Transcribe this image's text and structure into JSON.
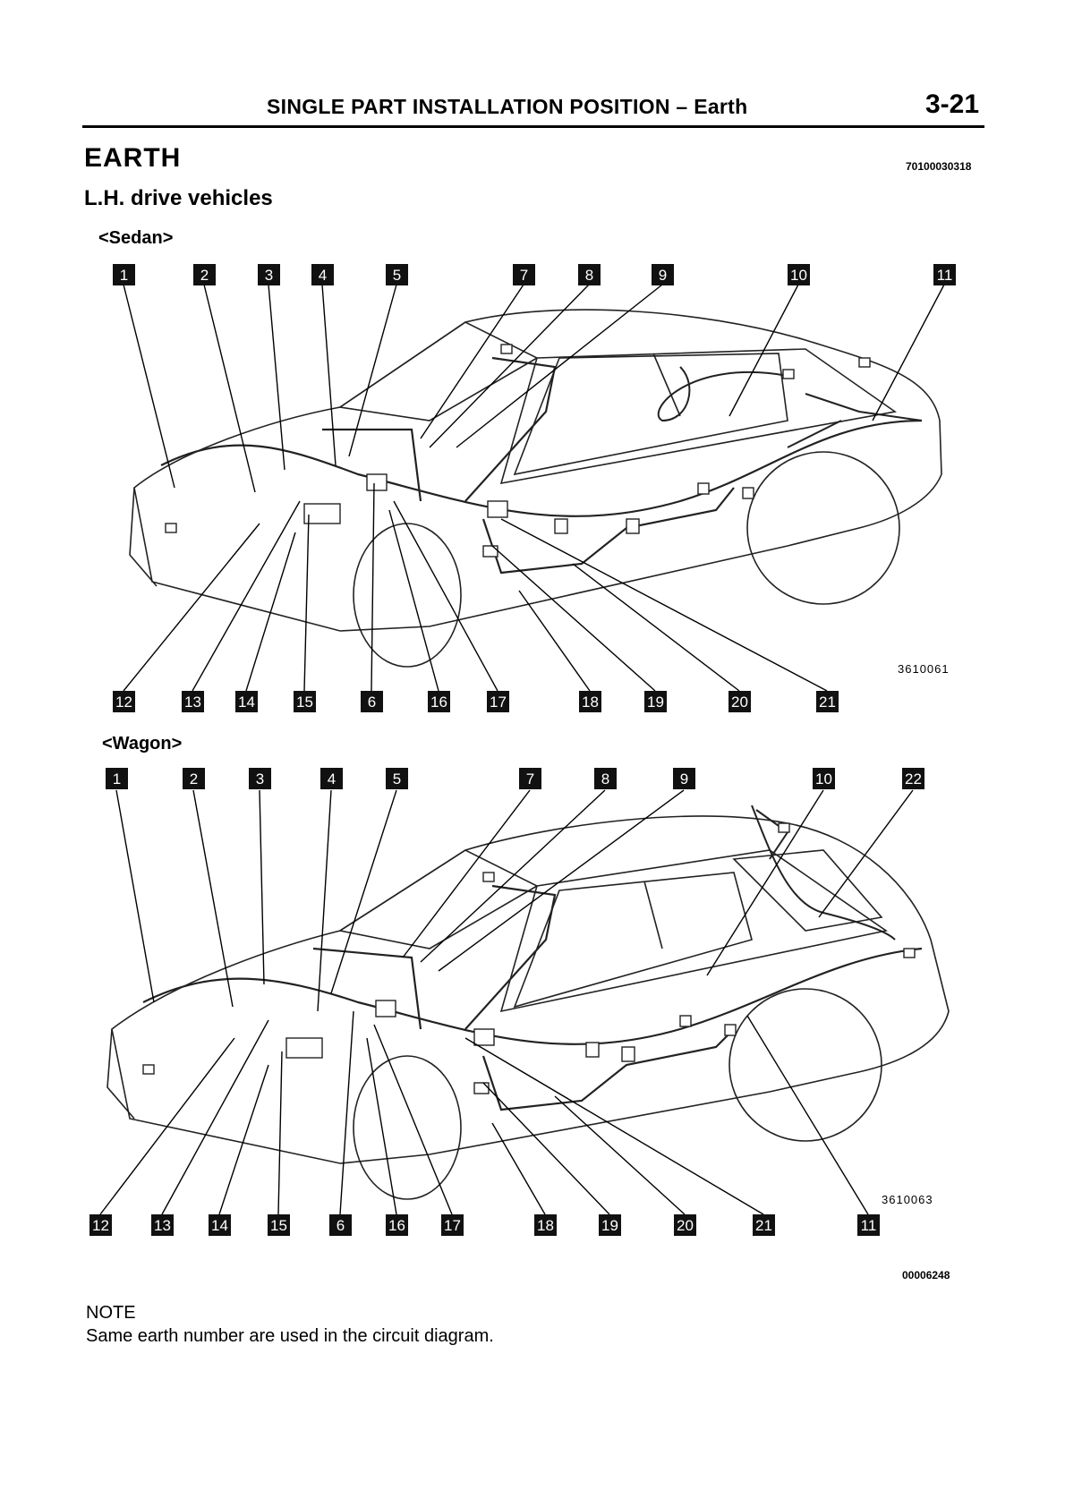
{
  "header": {
    "title": "SINGLE PART INSTALLATION POSITION – Earth",
    "page_number": "3-21"
  },
  "section": {
    "title": "EARTH",
    "code": "70100030318",
    "subtitle": "L.H. drive vehicles"
  },
  "figures": [
    {
      "variant": "<Sedan>",
      "ref": "3610061",
      "top_labels": [
        "1",
        "2",
        "3",
        "4",
        "5",
        "7",
        "8",
        "9",
        "10",
        "11"
      ],
      "bottom_labels": [
        "12",
        "13",
        "14",
        "15",
        "6",
        "16",
        "17",
        "18",
        "19",
        "20",
        "21"
      ]
    },
    {
      "variant": "<Wagon>",
      "ref": "3610063",
      "top_labels": [
        "1",
        "2",
        "3",
        "4",
        "5",
        "7",
        "8",
        "9",
        "10",
        "22"
      ],
      "bottom_labels": [
        "12",
        "13",
        "14",
        "15",
        "6",
        "16",
        "17",
        "18",
        "19",
        "20",
        "21",
        "11"
      ]
    }
  ],
  "footer": {
    "code": "00006248"
  },
  "note": {
    "label": "NOTE",
    "text": "Same earth number are used in the circuit diagram."
  }
}
